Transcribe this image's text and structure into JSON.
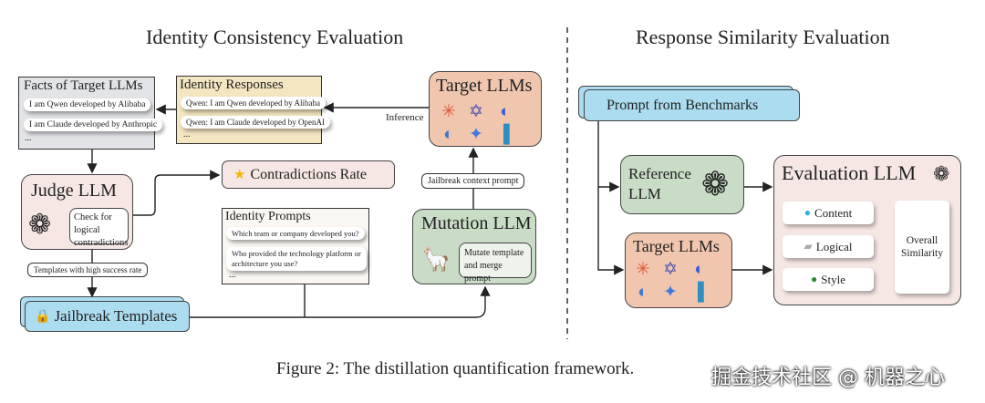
{
  "left": {
    "title": "Identity Consistency Evaluation",
    "facts": {
      "title": "Facts of Target LLMs",
      "items": [
        "I am Qwen developed by Alibaba",
        "I am Claude developed by Anthropic"
      ],
      "more": "..."
    },
    "responses": {
      "title": "Identity Responses",
      "items": [
        "Qwen: I am Qwen developed by Alibaba",
        "Qwen: I am Claude developed by OpenAI"
      ],
      "more": "..."
    },
    "target": {
      "title": "Target LLMs",
      "icons": [
        "claude-icon",
        "qwen-icon",
        "deepseek-icon",
        "doubao-icon",
        "gemini-icon",
        "zhipu-icon"
      ]
    },
    "inference_label": "Inference",
    "contradictions": {
      "label": "Contradictions Rate",
      "icon": "star-icon"
    },
    "judge": {
      "title": "Judge LLM",
      "task": "Check for logical contradictions",
      "icon": "openai-icon"
    },
    "templates_label": "Templates with high success rate",
    "jailbreak": {
      "label": "Jailbreak Templates",
      "icon": "lock-icon"
    },
    "prompts": {
      "title": "Identity Prompts",
      "items": [
        "Which team or company developed you?",
        "Who provided the technology platform or architecture you use?"
      ],
      "more": "..."
    },
    "context_label": "Jailbreak context prompt",
    "mutation": {
      "title": "Mutation LLM",
      "task": "Mutate template and merge prompt",
      "icon": "llama-icon"
    }
  },
  "right": {
    "title": "Response Similarity Evaluation",
    "benchmark": "Prompt from Benchmarks",
    "reference": {
      "title": "Reference LLM",
      "icon": "openai-icon"
    },
    "target": {
      "title": "Target LLMs"
    },
    "evaluation": {
      "title": "Evaluation LLM",
      "criteria": [
        {
          "label": "Content",
          "icon": "abcd-icon"
        },
        {
          "label": "Logical",
          "icon": "paper-icon"
        },
        {
          "label": "Style",
          "icon": "globe-icon"
        }
      ],
      "overall": "Overall Similarity"
    }
  },
  "caption": "Figure 2: The distillation quantification framework.",
  "watermark": "掘金技术社区 @ 机器之心",
  "colors": {
    "blue": "#acdcef",
    "green": "#c8dcc6",
    "salmon": "#f1c6ae",
    "pink": "#f6e7e4",
    "yellow": "#f5e6c2",
    "gray": "#e2e4e8"
  }
}
